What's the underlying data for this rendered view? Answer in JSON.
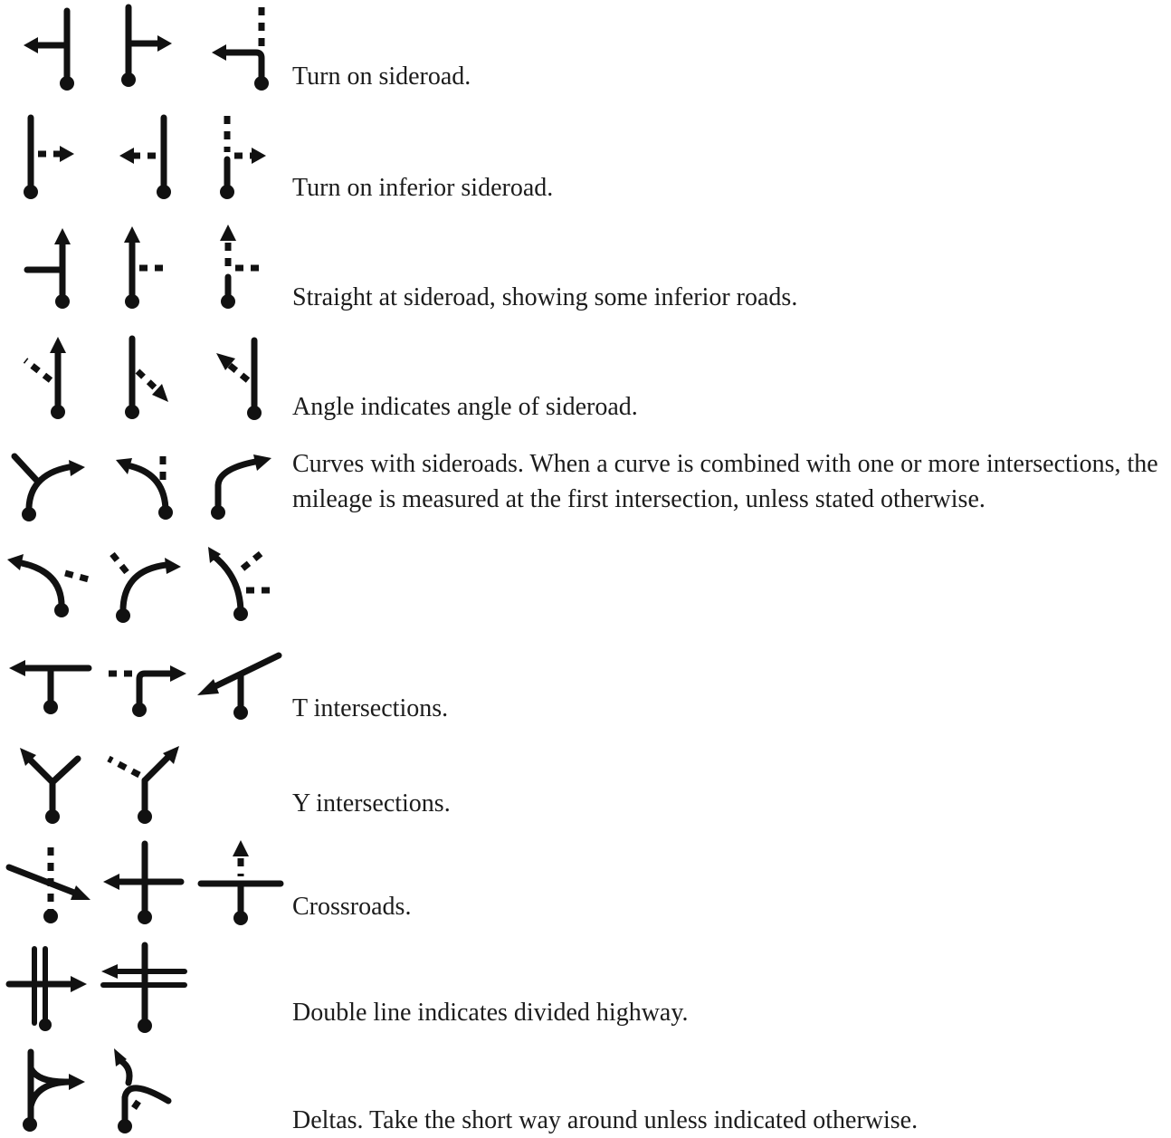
{
  "legend": {
    "rows": [
      {
        "id": "turn-sideroad",
        "caption": "Turn on sideroad."
      },
      {
        "id": "turn-inferior-sideroad",
        "caption": "Turn on inferior sideroad."
      },
      {
        "id": "straight-at-sideroad",
        "caption": "Straight at sideroad, showing some inferior roads."
      },
      {
        "id": "angle-sideroad",
        "caption": "Angle indicates angle of sideroad."
      },
      {
        "id": "curves-with-sideroads",
        "caption": "Curves with sideroads.  When a curve is combined with one or more intersections, the mileage is measured at the first intersection, unless stated otherwise."
      },
      {
        "id": "curves-more",
        "caption": ""
      },
      {
        "id": "t-intersections",
        "caption": "T intersections."
      },
      {
        "id": "y-intersections",
        "caption": "Y intersections."
      },
      {
        "id": "crossroads",
        "caption": "Crossroads."
      },
      {
        "id": "divided-highway",
        "caption": "Double line indicates divided highway."
      },
      {
        "id": "deltas",
        "caption": "Deltas.  Take the short way around unless indicated otherwise."
      }
    ]
  },
  "colors": {
    "ink": "#111111",
    "text": "#1c1c1c",
    "background": "#ffffff"
  }
}
